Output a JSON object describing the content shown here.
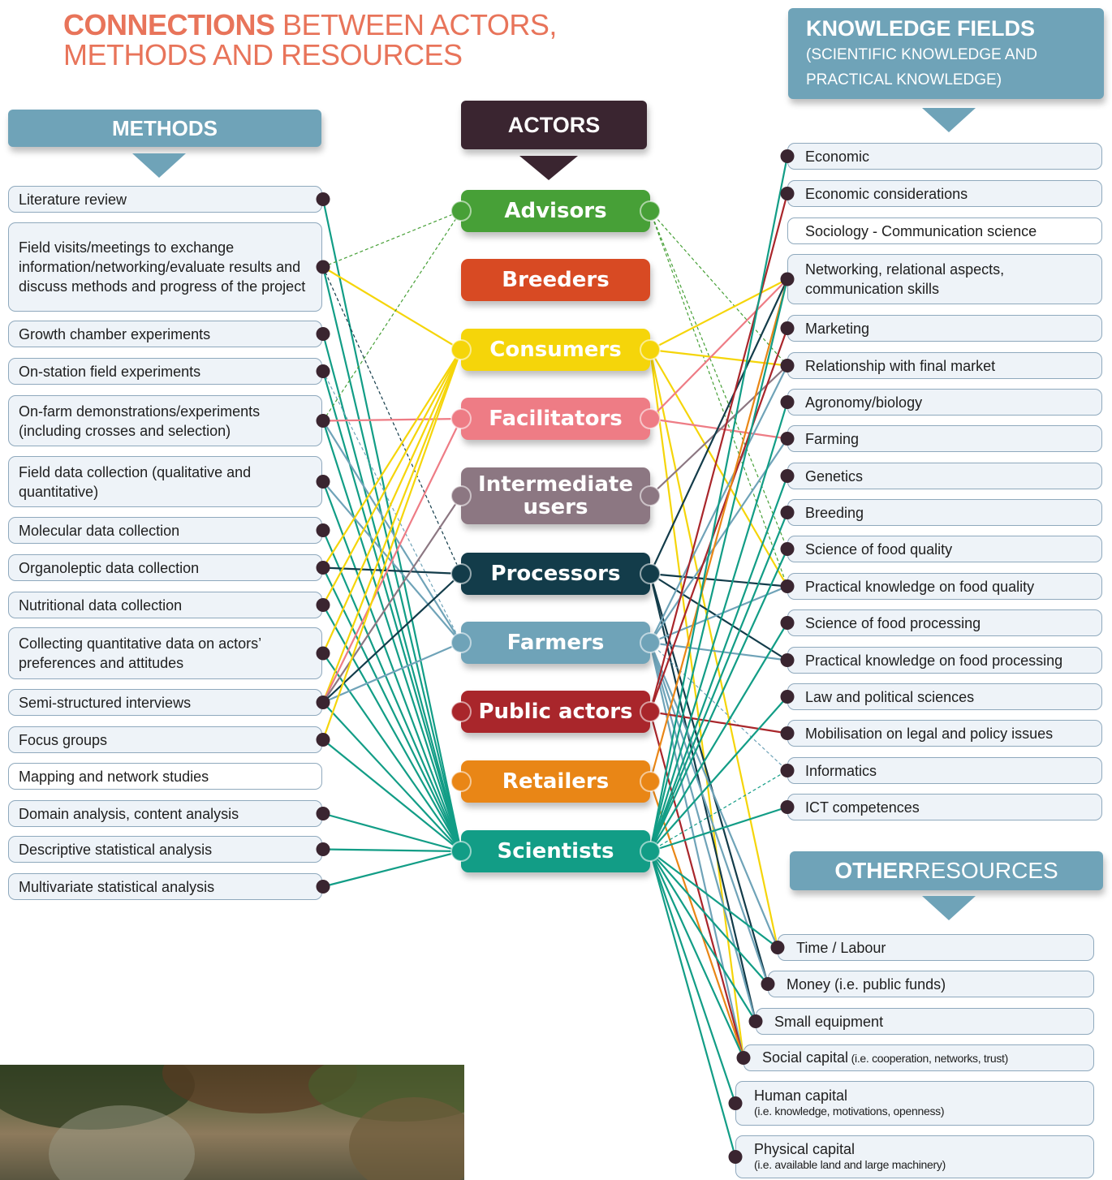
{
  "title": {
    "bold": "CONNECTIONS",
    "rest_line1": " BETWEEN ACTORS,",
    "line2": "METHODS AND RESOURCES"
  },
  "methods_header": "METHODS",
  "actors_header": "ACTORS",
  "knowledge_header": {
    "title": "KNOWLEDGE FIELDS",
    "line1": "(SCIENTIFIC KNOWLEDGE AND",
    "line2": "PRACTICAL KNOWLEDGE)"
  },
  "other_header": {
    "bold": "OTHER",
    "rest": " RESOURCES"
  },
  "methods": [
    "Literature review",
    "Field visits/meetings to exchange information/networking/evaluate results and discuss methods and progress of the project",
    "Growth chamber experiments",
    "On-station field experiments",
    "On-farm demonstrations/experiments (including crosses and selection)",
    "Field data collection (qualitative and quantitative)",
    "Molecular data collection",
    "Organoleptic data collection",
    "Nutritional data collection",
    "Collecting quantitative data on actors’ preferences and attitudes",
    "Semi-structured interviews",
    "Focus groups",
    "Mapping and network studies",
    "Domain analysis, content analysis",
    "Descriptive statistical analysis",
    "Multivariate statistical analysis"
  ],
  "actors": [
    {
      "label": "Advisors",
      "color": "#47a037"
    },
    {
      "label": "Breeders",
      "color": "#d84a23"
    },
    {
      "label": "Consumers",
      "color": "#f5d50a"
    },
    {
      "label": "Facilitators",
      "color": "#ee7c85"
    },
    {
      "label": "Intermediate users",
      "color": "#8c7782"
    },
    {
      "label": "Processors",
      "color": "#133c4a"
    },
    {
      "label": "Farmers",
      "color": "#6fa3b8"
    },
    {
      "label": "Public actors",
      "color": "#a9262b"
    },
    {
      "label": "Retailers",
      "color": "#e98616"
    },
    {
      "label": "Scientists",
      "color": "#129d86"
    }
  ],
  "knowledge_fields": [
    "Economic",
    "Economic considerations",
    "Sociology - Communication science",
    "Networking, relational aspects, communication skills",
    "Marketing",
    "Relationship with final market",
    "Agronomy/biology",
    "Farming",
    "Genetics",
    "Breeding",
    "Science of food quality",
    "Practical knowledge on food quality",
    "Science of food processing",
    "Practical knowledge on food processing",
    "Law and political sciences",
    "Mobilisation on legal and policy issues",
    "Informatics",
    "ICT competences"
  ],
  "other_resources": [
    {
      "main": "Time / Labour",
      "sub": ""
    },
    {
      "main": "Money (i.e. public funds)",
      "sub": ""
    },
    {
      "main": "Small equipment",
      "sub": ""
    },
    {
      "main": "Social capital",
      "sub": " (i.e. cooperation, networks, trust)"
    },
    {
      "main": "Human capital",
      "sub": "(i.e. knowledge, motivations, openness)"
    },
    {
      "main": "Physical capital",
      "sub": "(i.e. available land and large machinery)"
    }
  ],
  "colors": {
    "header": "#6fa3b8",
    "actors_header": "#3a2530",
    "title": "#e8745a",
    "dot": "#3a2530",
    "box_fill": "#eef3f8",
    "box_border": "#8fa9bd"
  },
  "method_links": [
    {
      "m": 0,
      "a": 9,
      "style": "solid"
    },
    {
      "m": 1,
      "a": 0,
      "style": "dashed"
    },
    {
      "m": 1,
      "a": 2,
      "style": "solid"
    },
    {
      "m": 1,
      "a": 5,
      "style": "dashed"
    },
    {
      "m": 1,
      "a": 9,
      "style": "solid"
    },
    {
      "m": 2,
      "a": 9,
      "style": "solid"
    },
    {
      "m": 3,
      "a": 9,
      "style": "solid"
    },
    {
      "m": 3,
      "a": 6,
      "style": "dashed"
    },
    {
      "m": 4,
      "a": 0,
      "style": "dashed"
    },
    {
      "m": 4,
      "a": 3,
      "style": "solid"
    },
    {
      "m": 4,
      "a": 6,
      "style": "solid"
    },
    {
      "m": 4,
      "a": 9,
      "style": "solid"
    },
    {
      "m": 5,
      "a": 6,
      "style": "solid"
    },
    {
      "m": 5,
      "a": 9,
      "style": "solid"
    },
    {
      "m": 6,
      "a": 9,
      "style": "solid"
    },
    {
      "m": 7,
      "a": 5,
      "style": "solid"
    },
    {
      "m": 7,
      "a": 2,
      "style": "solid"
    },
    {
      "m": 7,
      "a": 9,
      "style": "solid"
    },
    {
      "m": 8,
      "a": 2,
      "style": "solid"
    },
    {
      "m": 8,
      "a": 9,
      "style": "solid"
    },
    {
      "m": 9,
      "a": 2,
      "style": "solid"
    },
    {
      "m": 9,
      "a": 9,
      "style": "solid"
    },
    {
      "m": 10,
      "a": 2,
      "style": "solid"
    },
    {
      "m": 10,
      "a": 3,
      "style": "solid"
    },
    {
      "m": 10,
      "a": 4,
      "style": "solid"
    },
    {
      "m": 10,
      "a": 5,
      "style": "solid"
    },
    {
      "m": 10,
      "a": 6,
      "style": "solid"
    },
    {
      "m": 10,
      "a": 9,
      "style": "solid"
    },
    {
      "m": 11,
      "a": 2,
      "style": "solid"
    },
    {
      "m": 11,
      "a": 9,
      "style": "solid"
    },
    {
      "m": 13,
      "a": 9,
      "style": "solid"
    },
    {
      "m": 14,
      "a": 9,
      "style": "solid"
    },
    {
      "m": 15,
      "a": 9,
      "style": "solid"
    }
  ],
  "knowledge_links": [
    {
      "a": 0,
      "k": 10,
      "style": "dashed"
    },
    {
      "a": 0,
      "k": 11,
      "style": "dashed"
    },
    {
      "a": 0,
      "k": 5,
      "style": "dashed"
    },
    {
      "a": 2,
      "k": 3,
      "style": "solid"
    },
    {
      "a": 2,
      "k": 5,
      "style": "solid"
    },
    {
      "a": 2,
      "k": 11,
      "style": "solid"
    },
    {
      "a": 2,
      "r": 0,
      "style": "solid"
    },
    {
      "a": 2,
      "r": 3,
      "style": "solid"
    },
    {
      "a": 3,
      "k": 3,
      "style": "solid"
    },
    {
      "a": 3,
      "k": 7,
      "style": "solid"
    },
    {
      "a": 4,
      "k": 5,
      "style": "solid"
    },
    {
      "a": 5,
      "k": 3,
      "style": "solid"
    },
    {
      "a": 5,
      "k": 11,
      "style": "solid"
    },
    {
      "a": 5,
      "k": 13,
      "style": "solid"
    },
    {
      "a": 5,
      "r": 1,
      "style": "solid"
    },
    {
      "a": 5,
      "r": 2,
      "style": "solid"
    },
    {
      "a": 6,
      "k": 5,
      "style": "solid"
    },
    {
      "a": 6,
      "k": 7,
      "style": "solid"
    },
    {
      "a": 6,
      "k": 11,
      "style": "solid"
    },
    {
      "a": 6,
      "k": 13,
      "style": "solid"
    },
    {
      "a": 6,
      "k": 16,
      "style": "dashed"
    },
    {
      "a": 6,
      "r": 0,
      "style": "solid"
    },
    {
      "a": 6,
      "r": 1,
      "style": "solid"
    },
    {
      "a": 6,
      "r": 2,
      "style": "solid"
    },
    {
      "a": 6,
      "r": 3,
      "style": "solid"
    },
    {
      "a": 7,
      "k": 1,
      "style": "solid"
    },
    {
      "a": 7,
      "k": 4,
      "style": "solid"
    },
    {
      "a": 7,
      "k": 15,
      "style": "solid"
    },
    {
      "a": 7,
      "r": 3,
      "style": "solid"
    },
    {
      "a": 8,
      "k": 3,
      "style": "solid"
    },
    {
      "a": 8,
      "r": 3,
      "style": "solid"
    },
    {
      "a": 9,
      "k": 0,
      "style": "solid"
    },
    {
      "a": 9,
      "k": 3,
      "style": "solid"
    },
    {
      "a": 9,
      "k": 6,
      "style": "solid"
    },
    {
      "a": 9,
      "k": 8,
      "style": "solid"
    },
    {
      "a": 9,
      "k": 9,
      "style": "solid"
    },
    {
      "a": 9,
      "k": 10,
      "style": "solid"
    },
    {
      "a": 9,
      "k": 12,
      "style": "solid"
    },
    {
      "a": 9,
      "k": 14,
      "style": "solid"
    },
    {
      "a": 9,
      "k": 16,
      "style": "dashed"
    },
    {
      "a": 9,
      "k": 17,
      "style": "solid"
    },
    {
      "a": 9,
      "r": 0,
      "style": "solid"
    },
    {
      "a": 9,
      "r": 1,
      "style": "solid"
    },
    {
      "a": 9,
      "r": 2,
      "style": "solid"
    },
    {
      "a": 9,
      "r": 3,
      "style": "solid"
    },
    {
      "a": 9,
      "r": 4,
      "style": "solid"
    },
    {
      "a": 9,
      "r": 5,
      "style": "solid"
    }
  ]
}
